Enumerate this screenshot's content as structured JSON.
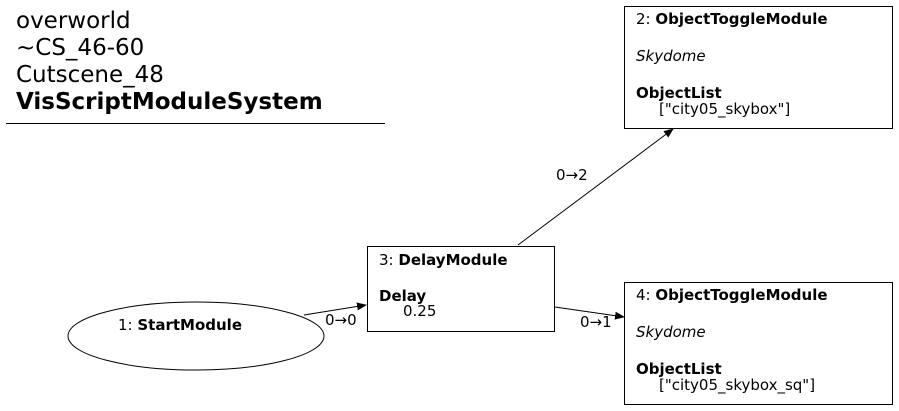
{
  "header": {
    "line1": "overworld",
    "line2": "~CS_46-60",
    "line3": "Cutscene_48",
    "line4": "VisScriptModuleSystem"
  },
  "nodes": {
    "start": {
      "id": "1",
      "name": "StartModule"
    },
    "delay": {
      "id": "3",
      "name": "DelayModule",
      "param_label": "Delay",
      "param_value": "0.25"
    },
    "toggle2": {
      "id": "2",
      "name": "ObjectToggleModule",
      "subtitle": "Skydome",
      "param_label": "ObjectList",
      "param_value": "[\"city05_skybox\"]"
    },
    "toggle4": {
      "id": "4",
      "name": "ObjectToggleModule",
      "subtitle": "Skydome",
      "param_label": "ObjectList",
      "param_value": "[\"city05_skybox_sq\"]"
    }
  },
  "edges": {
    "e1": "0→0",
    "e2": "0→2",
    "e3": "0→1"
  }
}
